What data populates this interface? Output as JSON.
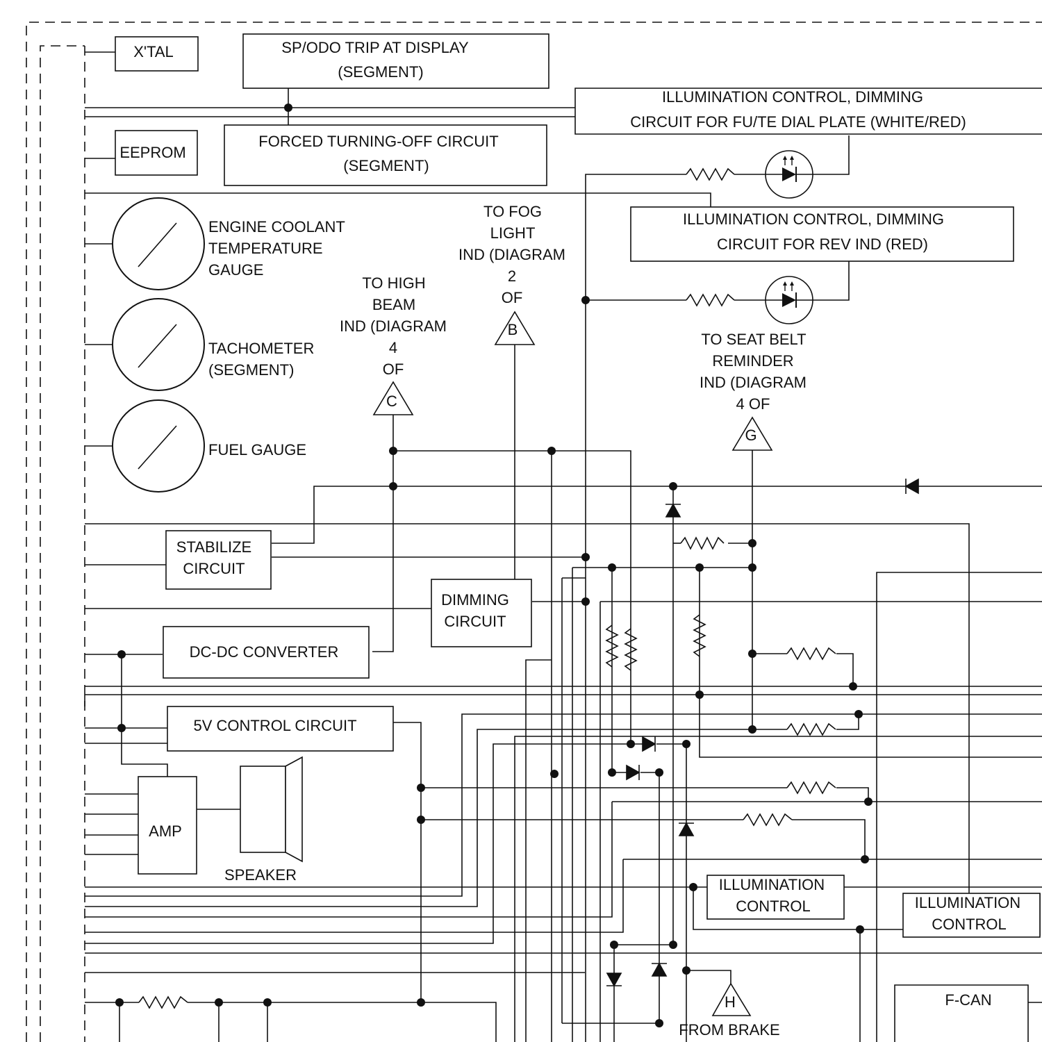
{
  "colors": {
    "ink": "#111111",
    "background": "#ffffff"
  },
  "blocks": {
    "xtal": "X'TAL",
    "sp_odo_line1": "SP/ODO TRIP AT DISPLAY",
    "sp_odo_line2": "(SEGMENT)",
    "illum_fute_line1": "ILLUMINATION CONTROL, DIMMING",
    "illum_fute_line2": "CIRCUIT FOR FU/TE DIAL PLATE (WHITE/RED)",
    "eeprom": "EEPROM",
    "forced_line1": "FORCED TURNING-OFF CIRCUIT",
    "forced_line2": "(SEGMENT)",
    "illum_rev_line1": "ILLUMINATION CONTROL, DIMMING",
    "illum_rev_line2": "CIRCUIT FOR REV IND (RED)",
    "stabilize_line1": "STABILIZE",
    "stabilize_line2": "CIRCUIT",
    "dimming_line1": "DIMMING",
    "dimming_line2": "CIRCUIT",
    "dcdc": "DC-DC CONVERTER",
    "five_v": "5V CONTROL CIRCUIT",
    "amp": "AMP",
    "speaker": "SPEAKER",
    "illum_ctrl_a_line1": "ILLUMINATION",
    "illum_ctrl_a_line2": "CONTROL",
    "illum_ctrl_b_line1": "ILLUMINATION",
    "illum_ctrl_b_line2": "CONTROL",
    "fcan": "F-CAN"
  },
  "gauges": {
    "coolant": [
      "ENGINE COOLANT",
      "TEMPERATURE",
      "GAUGE"
    ],
    "tachometer": [
      "TACHOMETER",
      "(SEGMENT)"
    ],
    "fuel": [
      "FUEL GAUGE"
    ]
  },
  "connectors": {
    "high_beam": {
      "text": [
        "TO HIGH",
        "BEAM",
        "IND (DIAGRAM",
        "4",
        "OF"
      ],
      "letter": "C"
    },
    "fog_light": {
      "text": [
        "TO FOG",
        "LIGHT",
        "IND (DIAGRAM",
        "2",
        "OF"
      ],
      "letter": "B"
    },
    "seat_belt": {
      "text": [
        "TO SEAT BELT",
        "REMINDER",
        "IND (DIAGRAM",
        "4 OF"
      ],
      "letter": "G"
    },
    "brake": {
      "text": [
        "FROM BRAKE"
      ],
      "letter": "H"
    }
  }
}
